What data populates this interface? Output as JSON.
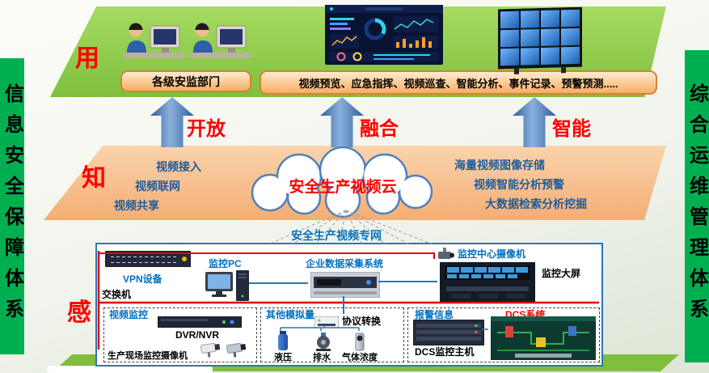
{
  "colors": {
    "sidebar_green": "#00B050",
    "layer_green": "#8FCB4C",
    "layer_peach": "#F8C392",
    "accent_red": "#FF0000",
    "arrow_blue": "#4472C4",
    "label_blue": "#0070C0",
    "box_border_orange": "#D9822B",
    "network_line_red": "#E60000",
    "connector_blue": "#2E75B6"
  },
  "icons": {
    "operators": "operators-at-computers",
    "dashboard": "analytics-dashboard-screen",
    "video_wall": "video-wall-monitors",
    "cloud": "cloud-shape",
    "switch": "network-switch",
    "pc": "desktop-pc",
    "daq": "industrial-computer",
    "ptz_camera": "ptz-camera",
    "control_room": "control-room-photo",
    "dvr": "dvr-nvr-device",
    "cctv": "cctv-camera",
    "converter": "protocol-converter",
    "sensor_hydraulic": "hydraulic-sensor",
    "sensor_drain": "drain-pump-sensor",
    "sensor_gas": "gas-concentration-sensor",
    "server": "rack-server",
    "dcs_screen": "dcs-hmi-screenshot"
  },
  "sidebars": {
    "left": "信息安全保障体系",
    "right": "综合运维管理体系"
  },
  "top_layer": {
    "tag": "用",
    "dept_box": "各级安监部门",
    "functions_box": "视频预览、应急指挥、视频巡查、智能分析、事件记录、预警预测....."
  },
  "arrows": {
    "a1": "开放",
    "a2": "融合",
    "a3": "智能"
  },
  "middle_layer": {
    "tag": "知",
    "cloud_title": "安全生产视频云",
    "left_items": [
      "视频接入",
      "视频联网",
      "视频共享"
    ],
    "right_items": [
      "海量视频图像存储",
      "视频智能分析预警",
      "大数据检索分析挖掘"
    ]
  },
  "network_label": "安全生产视频专网",
  "bottom_layer": {
    "tag": "感",
    "switch_label": "交换机",
    "vpn_label": "VPN设备",
    "pc_label": "监控PC",
    "daq_label": "企业数据采集系统",
    "center_camera_label": "监控中心摄像机",
    "big_screen_label": "监控大屏",
    "video_group": {
      "title": "视频监控",
      "dvr_label": "DVR/NVR",
      "cameras_label": "生产现场监控摄像机"
    },
    "analog_group": {
      "title": "其他模拟量",
      "converter_label": "协议转换",
      "sensors": [
        "液压",
        "排水",
        "气体浓度"
      ]
    },
    "dcs_group": {
      "title": "报警信息",
      "system_label": "DCS系统",
      "host_label": "DCS监控主机"
    }
  }
}
